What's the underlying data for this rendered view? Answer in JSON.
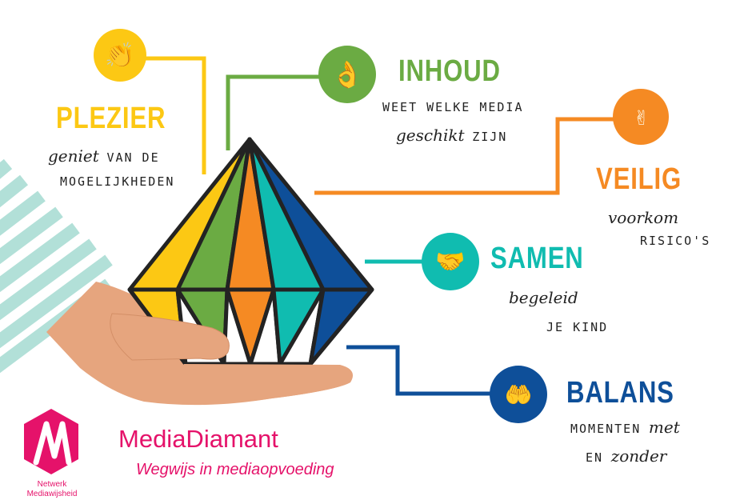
{
  "colors": {
    "yellow": "#fcc814",
    "green": "#6bab43",
    "orange": "#f58a23",
    "teal": "#10bcb0",
    "blue": "#0e4f99",
    "pink": "#e5126a",
    "skin": "#e6a57e",
    "stripe": "#b2e0d8",
    "outline": "#232323"
  },
  "pillars": [
    {
      "key": "plezier",
      "title": "PLEZIER",
      "script": "geniet",
      "line1_rest": "VAN DE",
      "line2": "MOGELIJKHEDEN",
      "icon": "clapping-hands-icon"
    },
    {
      "key": "inhoud",
      "title": "INHOUD",
      "line1": "WEET WELKE MEDIA",
      "script": "geschikt",
      "line2_rest": "ZIJN",
      "icon": "ok-hand-icon"
    },
    {
      "key": "veilig",
      "title": "VEILIG",
      "script": "voorkom",
      "line2": "RISICO'S",
      "icon": "peace-hand-icon"
    },
    {
      "key": "samen",
      "title": "SAMEN",
      "script": "begeleid",
      "line2": "JE KIND",
      "icon": "handshake-icon"
    },
    {
      "key": "balans",
      "title": "BALANS",
      "line1": "MOMENTEN",
      "script1": "met",
      "line2": "EN",
      "script2": "zonder",
      "icon": "balance-hands-icon"
    }
  ],
  "brand": {
    "logo_letter": "M",
    "org_line1": "Netwerk",
    "org_line2": "Mediawijsheid",
    "product": "MediaDiamant",
    "tagline": "Wegwijs in mediaopvoeding"
  }
}
